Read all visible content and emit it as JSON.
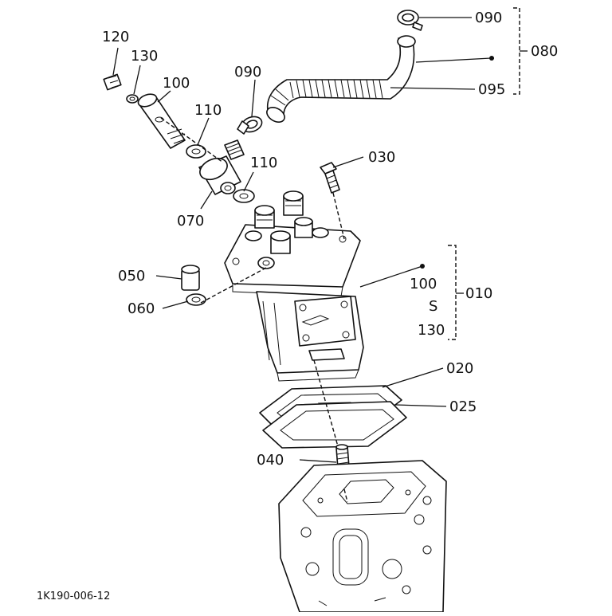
{
  "figure_code": "1K190-006-12",
  "labels": {
    "p120": "120",
    "p130": "130",
    "p100": "100",
    "p110a": "110",
    "p090a": "090",
    "p090b": "090",
    "p080": "080",
    "p095": "095",
    "p030": "030",
    "p110b": "110",
    "p070": "070",
    "p050": "050",
    "p060": "060",
    "p010": "010",
    "range_start": "100",
    "range_sep": "S",
    "range_end": "130",
    "p020": "020",
    "p025": "025",
    "p040": "040"
  }
}
